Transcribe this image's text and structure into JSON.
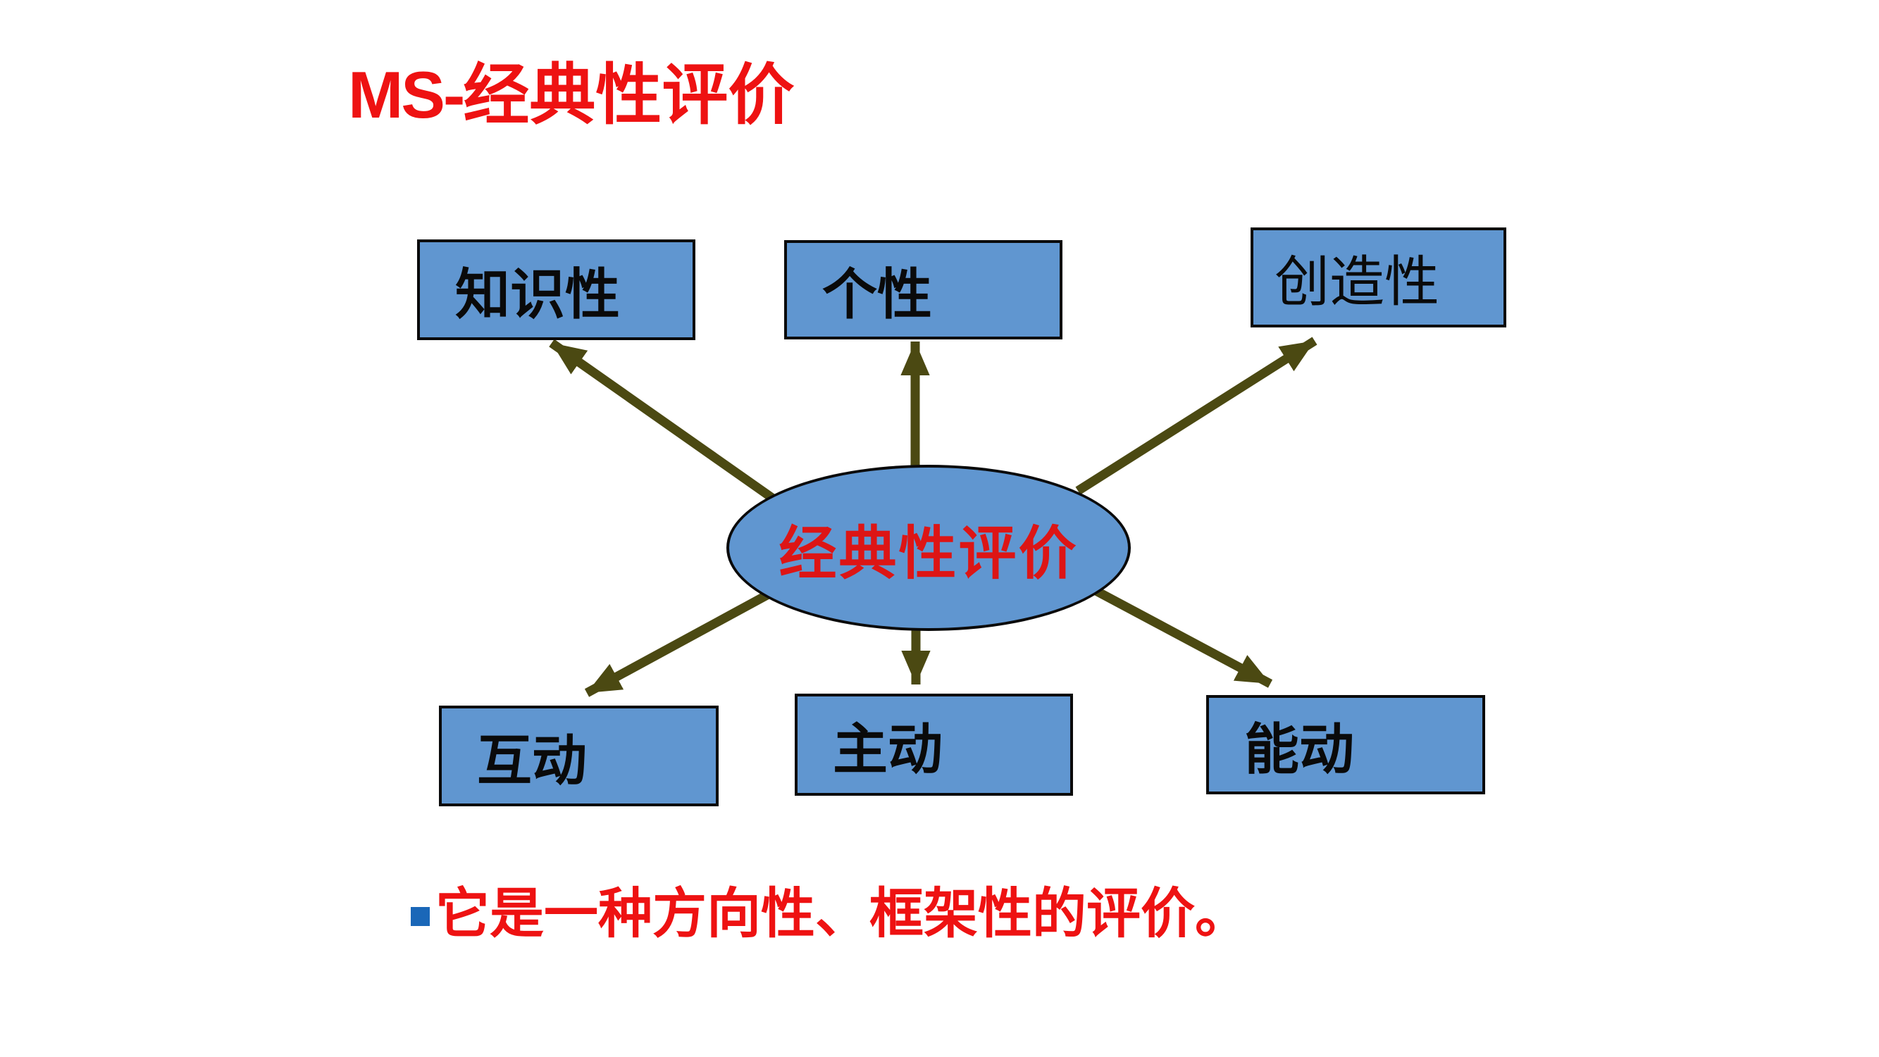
{
  "title": {
    "prefix": "MS-",
    "text": "经典性评价"
  },
  "center": {
    "label": "经典性评价"
  },
  "nodes": [
    {
      "label": "知识性"
    },
    {
      "label": "个性"
    },
    {
      "label": "创造性"
    },
    {
      "label": "互动"
    },
    {
      "label": "主动"
    },
    {
      "label": "能动"
    }
  ],
  "bullet": {
    "text": "它是一种方向性、框架性的评价。"
  },
  "colors": {
    "background": "#ffffff",
    "box_fill": "#6096d0",
    "box_border": "#0a0a0a",
    "node_text": "#0a0a0a",
    "arrow": "#4b4912",
    "title_red": "#ee1212",
    "center_red": "#dd1515",
    "bullet_red": "#ee1212",
    "bullet_square": "#1a67b8"
  }
}
